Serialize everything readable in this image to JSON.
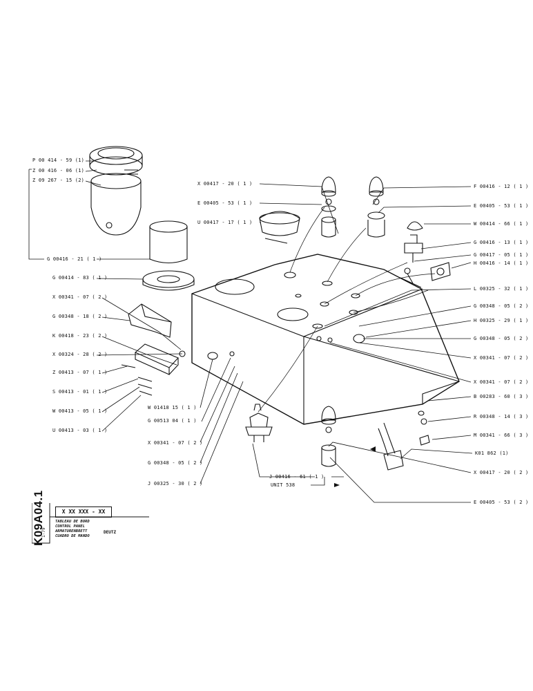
{
  "labels": {
    "p00414_59": "P 00 414 - 59  (1)",
    "z00416_06": "Z 00 416 - 06  (1)",
    "z09267_15": "Z 09 267 - 15  (2)",
    "g00416_21": "G 00416 - 21 ( 1 )",
    "g00414_83": "G 00414 - 83 ( 1 )",
    "x00341_07_top": "X 00341 - 07 ( 2 )",
    "g00348_18": "G 00348 - 18 ( 2 )",
    "k00418_23": "K 00418 - 23 ( 2 )",
    "x00324_28": "X 00324 - 28 ( 2 )",
    "z00413_07": "Z 00413 - 07 ( 1 )",
    "s00413_01": "S 00413 - 01 ( 1 )",
    "w00413_05": "W 00413 - 05 ( 1 )",
    "u00413_03": "U 00413 - 03 ( 1 )",
    "x00417_20_top": "X 00417 - 20 ( 1 )",
    "e00405_53_left": "E 00405 - 53 ( 1 )",
    "u00417_17": "U 00417 - 17 ( 1 )",
    "f00416_12": "F 00416 - 12 ( 1 )",
    "e00405_53_right": "E 00405 - 53 ( 1 )",
    "w00414_66": "W 00414 - 66 ( 1 )",
    "g00416_13": "G 00416 - 13 ( 1 )",
    "g00417_05": "G 00417 - 05 ( 1 )",
    "h00416_14": "H 00416 - 14 ( 1 )",
    "l00325_32": "L 00325 - 32 ( 1 )",
    "g00348_05_r1": "G 00348 - 05 ( 2 )",
    "h00325_29": "H 00325 - 29 ( 1 )",
    "g00348_05_r2": "G 00348 - 05 ( 2 )",
    "x00341_07_r1": "X 00341 - 07 ( 2 )",
    "x00341_07_r2": "X 00341 - 07 ( 2 )",
    "b00283_60": "B 00283 - 60 ( 3 )",
    "r00348_14": "R 00348 - 14 ( 3 )",
    "m00341_66": "M 00341 - 66 ( 3 )",
    "k01862": "K01  862   (1)",
    "x00417_20_bottom": "X 00417 - 20 ( 2 )",
    "e00405_53_bottom": "E 00405 - 53 ( 2 )",
    "w01418_15": "W 01418   15 ( 1 )",
    "g00513_04": "G 00513   04 ( 1 )",
    "x00341_07_bottom": "X 00341 - 07 ( 2 )",
    "g00348_05_bottom": "G 00348 - 05 ( 2 )",
    "j00325_30": "J 00325 - 30 ( 2 )",
    "j00416_61": "J 00416 - 61 ( 1 )",
    "unit_538": "UNIT  538"
  },
  "title_block": {
    "vertical_code": "K09A04.1",
    "date": "1-79",
    "catalog_number": "X XX XXX - XX",
    "descriptions": [
      "TABLEAU DE BORD",
      "CONTROL PANEL",
      "ARMATURENBRETT",
      "CUADRO DE MANDO"
    ],
    "brand": "DEUTZ"
  }
}
